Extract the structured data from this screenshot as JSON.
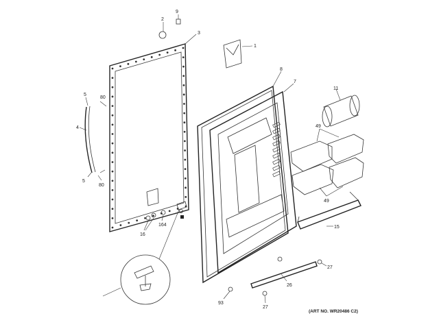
{
  "art_number": "(ART NO. WR20486 C2)",
  "callouts": {
    "c1": "1",
    "c2": "2",
    "c3": "3",
    "c4": "4",
    "c5a": "5",
    "c5b": "5",
    "c7": "7",
    "c8": "8",
    "c9": "9",
    "c11": "11",
    "c15": "15",
    "c16": "16",
    "c26": "26",
    "c27a": "27",
    "c27b": "27",
    "c49a": "49",
    "c49b": "49",
    "c80a": "80",
    "c80b": "80",
    "c93": "93",
    "c164": "164"
  }
}
